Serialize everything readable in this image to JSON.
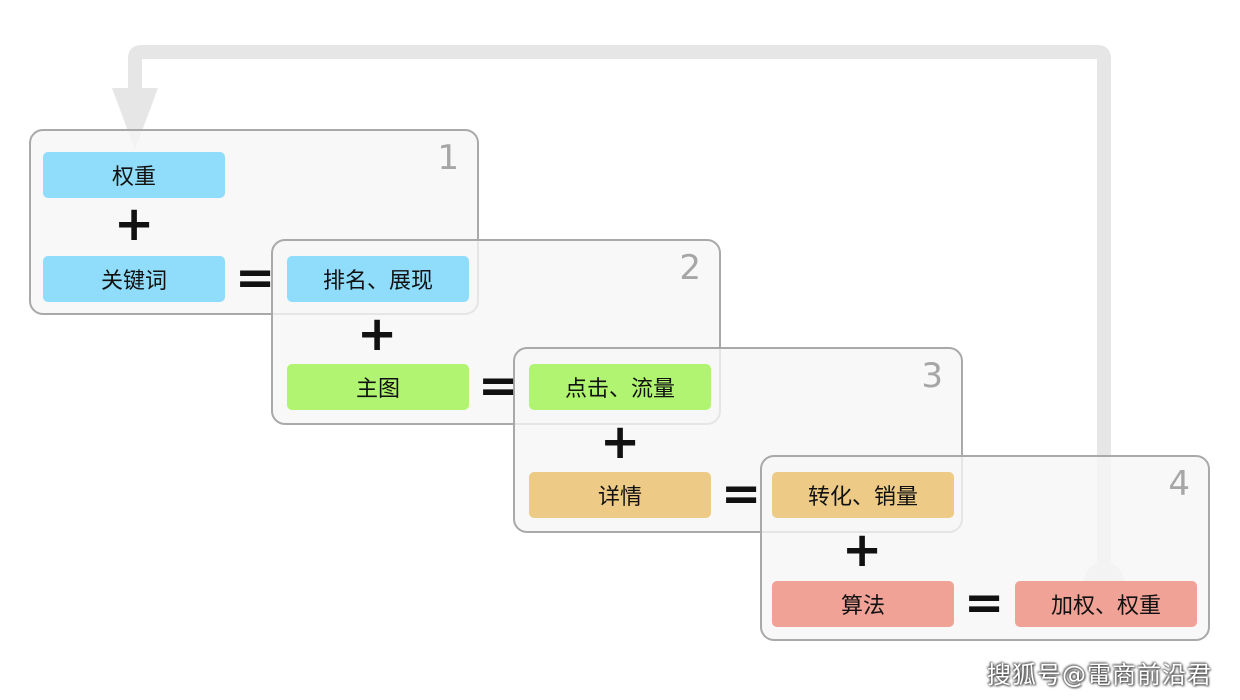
{
  "colors": {
    "stage1": "#8fdcfb",
    "stage2": "#b0f471",
    "stage3": "#edcb87",
    "stage4": "#f0a297",
    "arrow": "#e6e6e6"
  },
  "operators": {
    "plus": "+",
    "equals": "="
  },
  "stages": [
    {
      "number": "1",
      "input": "权重",
      "factor": "关键词",
      "result": "排名、展现"
    },
    {
      "number": "2",
      "input": "排名、展现",
      "factor": "主图",
      "result": "点击、流量"
    },
    {
      "number": "3",
      "input": "点击、流量",
      "factor": "详情",
      "result": "转化、销量"
    },
    {
      "number": "4",
      "input": "转化、销量",
      "factor": "算法",
      "result": "加权、权重"
    }
  ],
  "watermark": "搜狐号@電商前沿君"
}
